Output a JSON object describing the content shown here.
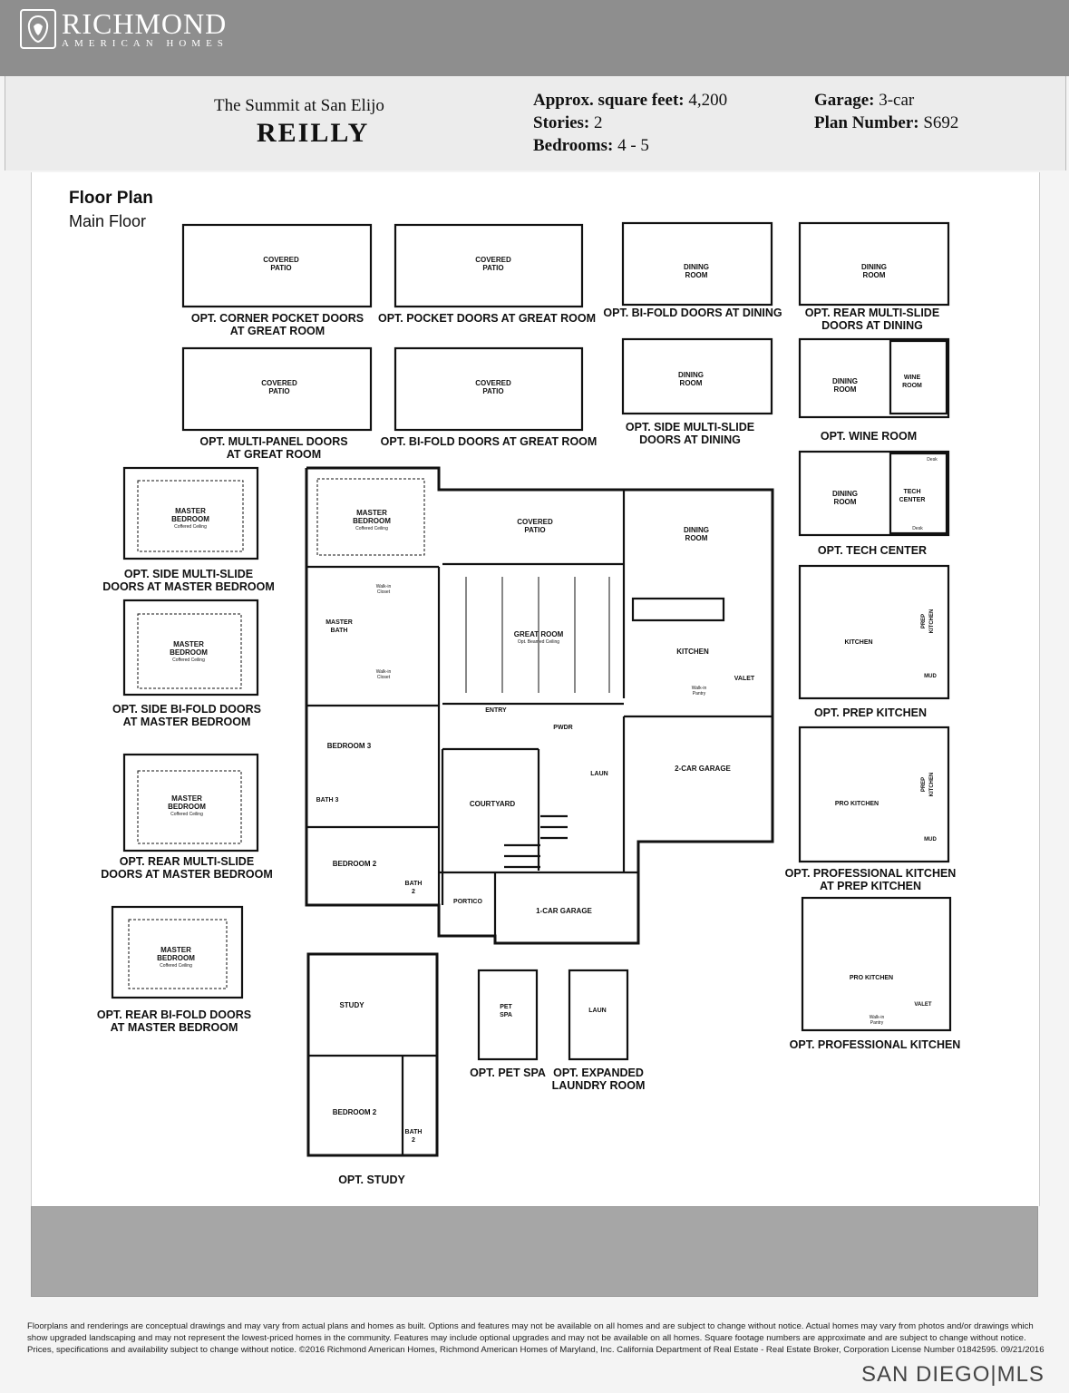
{
  "brand": {
    "name": "RICHMOND",
    "tagline": "AMERICAN HOMES",
    "logo_icon": "lion-crest-icon"
  },
  "header": {
    "community": "The Summit at San Elijo",
    "plan_name": "REILLY",
    "specs": [
      {
        "label": "Approx. square feet:",
        "value": "4,200"
      },
      {
        "label": "Stories:",
        "value": "2"
      },
      {
        "label": "Bedrooms:",
        "value": "4 - 5"
      },
      {
        "label": "Garage:",
        "value": "3-car"
      },
      {
        "label": "Plan Number:",
        "value": "S692"
      }
    ]
  },
  "floor_plan": {
    "title": "Floor Plan",
    "subtitle": "Main Floor"
  },
  "captions": {
    "corner_pocket": "OPT. CORNER POCKET DOORS\nAT GREAT ROOM",
    "pocket": "OPT. POCKET DOORS AT GREAT ROOM",
    "bifold_dining": "OPT. BI-FOLD DOORS AT DINING",
    "rear_multi_dining": "OPT. REAR MULTI-SLIDE\nDOORS AT DINING",
    "multi_panel": "OPT. MULTI-PANEL DOORS\nAT GREAT ROOM",
    "bifold_great": "OPT. BI-FOLD DOORS AT GREAT ROOM",
    "side_multi_dining": "OPT. SIDE MULTI-SLIDE\nDOORS AT DINING",
    "wine_room": "OPT. WINE ROOM",
    "tech_center": "OPT. TECH CENTER",
    "side_multi_master": "OPT. SIDE MULTI-SLIDE\nDOORS AT MASTER BEDROOM",
    "side_bifold_master": "OPT. SIDE BI-FOLD DOORS\nAT MASTER BEDROOM",
    "rear_multi_master": "OPT. REAR MULTI-SLIDE\nDOORS AT MASTER BEDROOM",
    "rear_bifold_master": "OPT. REAR BI-FOLD DOORS\nAT MASTER BEDROOM",
    "prep_kitchen": "OPT. PREP KITCHEN",
    "pro_at_prep": "OPT. PROFESSIONAL KITCHEN\nAT PREP KITCHEN",
    "pro_kitchen": "OPT. PROFESSIONAL KITCHEN",
    "pet_spa": "OPT. PET SPA",
    "expanded_laundry": "OPT. EXPANDED\nLAUNDRY ROOM",
    "study": "OPT. STUDY"
  },
  "rooms": {
    "covered_patio": "COVERED\nPATIO",
    "dining_room": "DINING\nROOM",
    "wine_room": "WINE\nROOM",
    "tech_center": "TECH\nCENTER",
    "master_bedroom": "MASTER\nBEDROOM",
    "coffered": "Coffered Ceiling",
    "master_bath": "MASTER\nBATH",
    "great_room": "GREAT ROOM",
    "beamed": "Opt. Beamed Ceiling",
    "kitchen": "KITCHEN",
    "prep_kitchen": "PREP\nKITCHEN",
    "pro_kitchen": "PRO KITCHEN",
    "valet": "VALET",
    "mud": "MUD",
    "entry": "ENTRY",
    "pwdr": "PWDR",
    "laun": "LAUN",
    "bedroom3": "BEDROOM 3",
    "bath3": "BATH 3",
    "bedroom2": "BEDROOM 2",
    "bath2": "BATH\n2",
    "courtyard": "COURTYARD",
    "portico": "PORTICO",
    "garage2": "2-CAR GARAGE",
    "garage1": "1-CAR GARAGE",
    "study": "STUDY",
    "pet_spa": "PET\nSPA",
    "walkin_closet": "Walk-in\nCloset",
    "walkin_pantry": "Walk-in\nPantry",
    "desk": "Desk"
  },
  "footer": {
    "disclaimer": "Floorplans and renderings are conceptual drawings and may vary from actual plans and homes as built. Options and features may not be available on all homes and are subject to change without notice. Actual homes may vary from photos and/or drawings which show upgraded landscaping and may not represent the lowest-priced homes in the community. Features may include optional upgrades and may not be available on all homes. Square footage numbers are approximate and are subject to change without notice. Prices, specifications and availability subject to change without notice. ©2016 Richmond American Homes, Richmond American Homes of Maryland, Inc. California Department of Real Estate - Real Estate Broker, Corporation License Number 01842595. 09/21/2016",
    "mls": "SAN DIEGO|MLS"
  }
}
